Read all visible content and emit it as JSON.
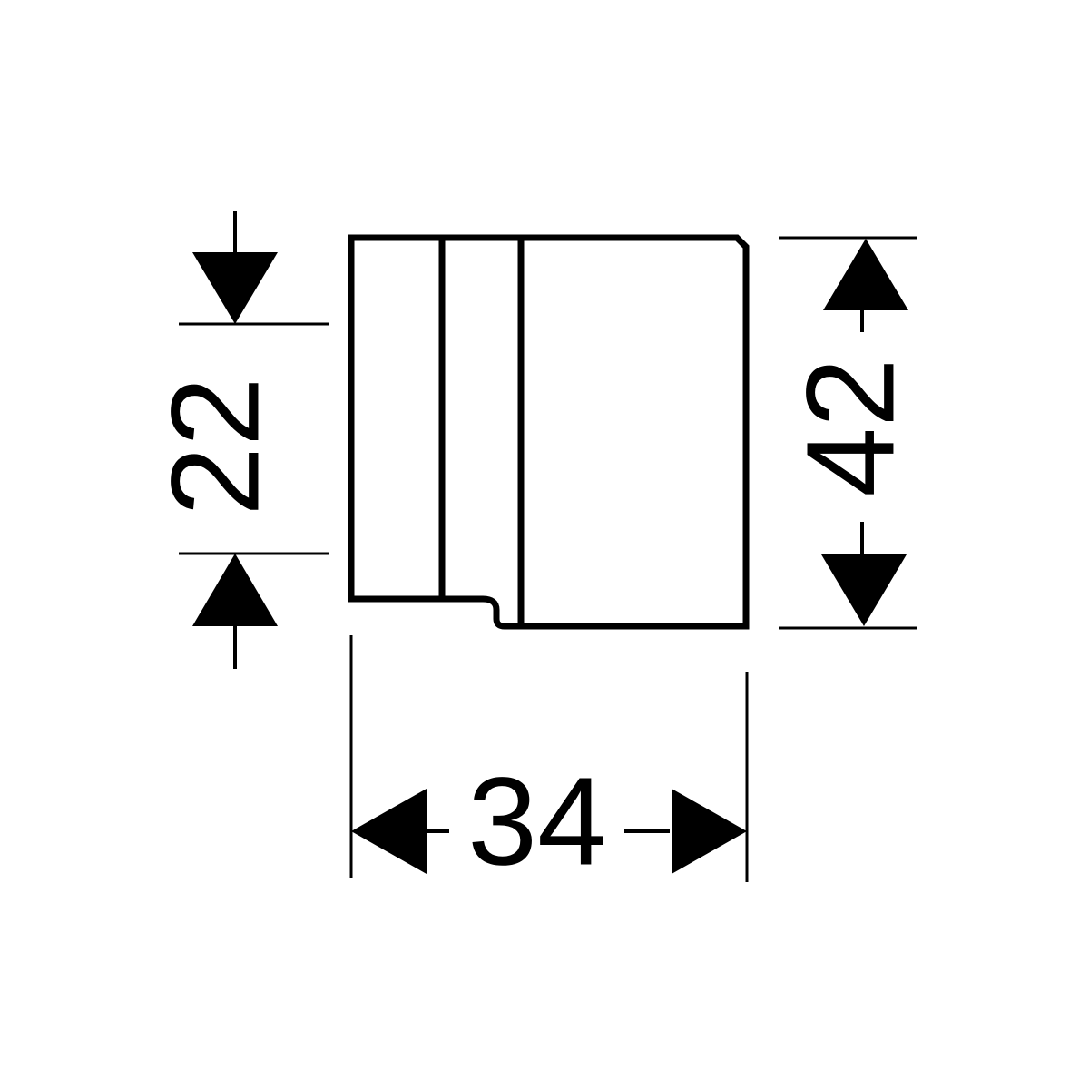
{
  "drawing": {
    "line_color": "#000000",
    "background": "#ffffff"
  },
  "dimensions": {
    "left_height": "22",
    "right_height": "42",
    "bottom_width": "34"
  }
}
